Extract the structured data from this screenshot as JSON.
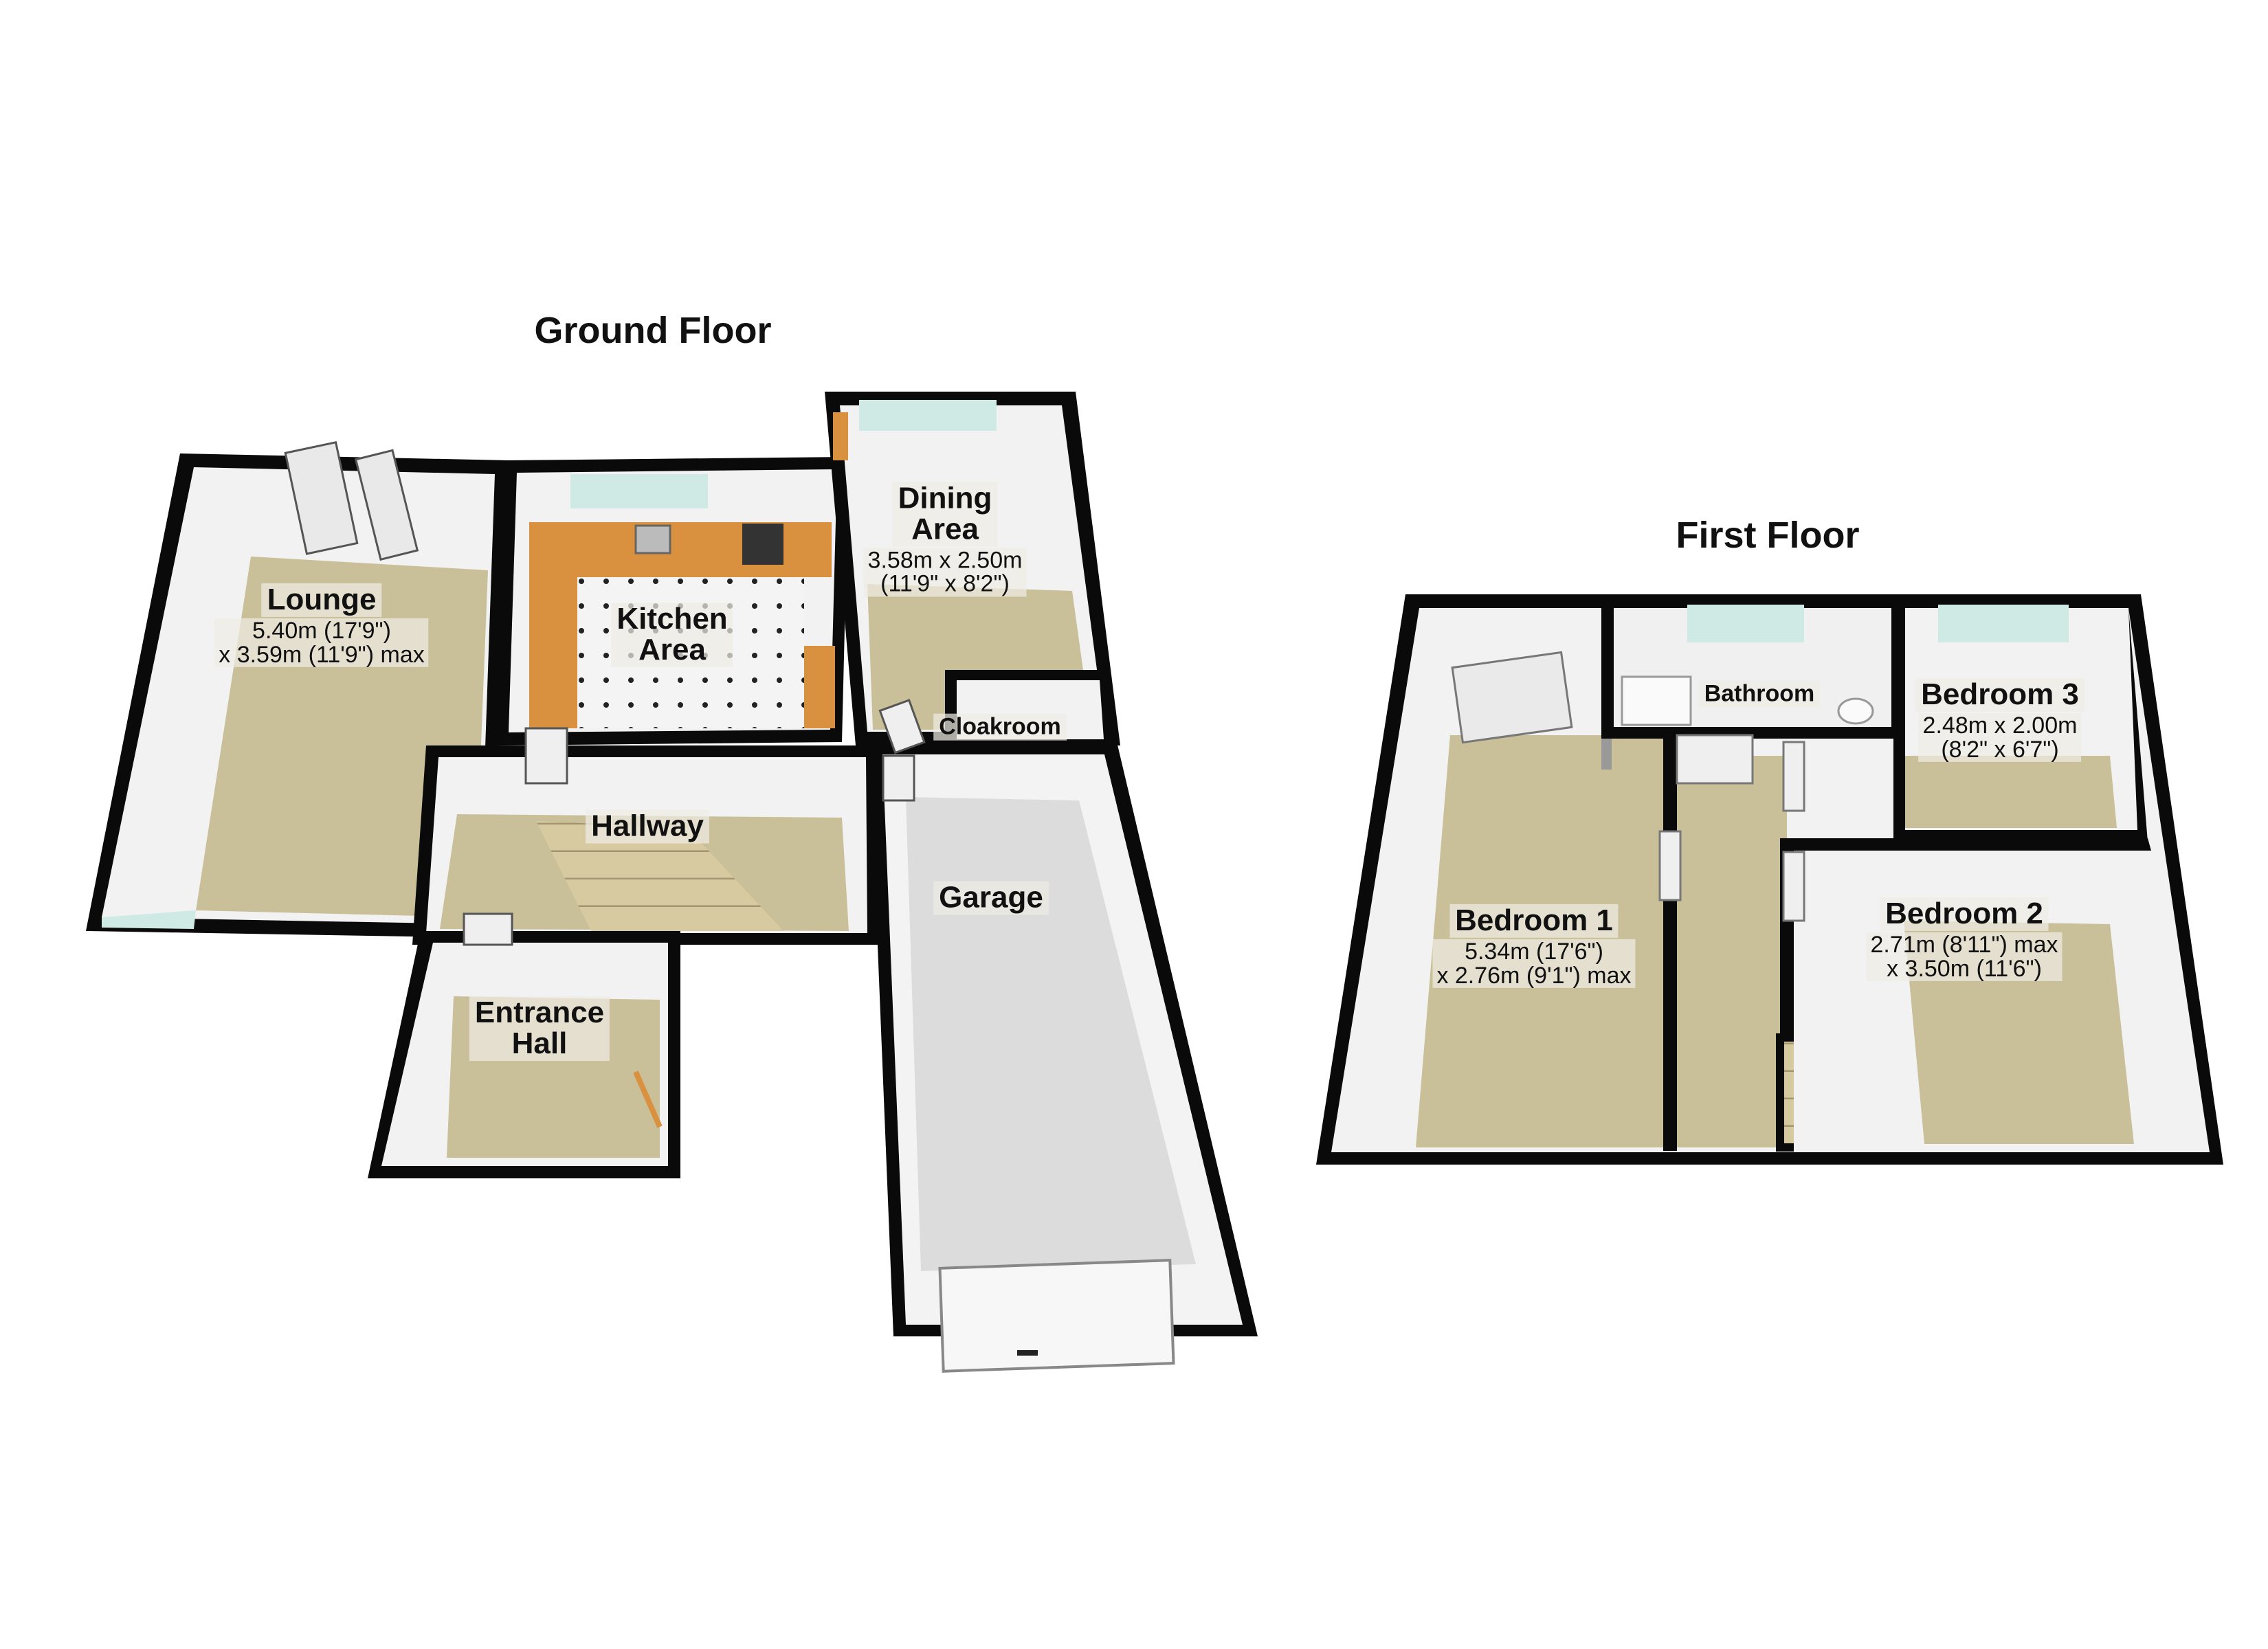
{
  "floors": {
    "ground": {
      "title": "Ground Floor",
      "rooms": {
        "lounge": {
          "name": "Lounge",
          "dims": "5.40m (17'9\")\nx 3.59m (11'9\") max"
        },
        "kitchen": {
          "name": "Kitchen\nArea"
        },
        "dining": {
          "name": "Dining\nArea",
          "dims": "3.58m x 2.50m\n(11'9\" x 8'2\")"
        },
        "cloakroom": {
          "name": "Cloakroom"
        },
        "hallway": {
          "name": "Hallway"
        },
        "entrance": {
          "name": "Entrance\nHall"
        },
        "garage": {
          "name": "Garage"
        }
      }
    },
    "first": {
      "title": "First Floor",
      "rooms": {
        "bathroom": {
          "name": "Bathroom"
        },
        "bedroom3": {
          "name": "Bedroom 3",
          "dims": "2.48m x 2.00m\n(8'2\" x 6'7\")"
        },
        "bedroom1": {
          "name": "Bedroom 1",
          "dims": "5.34m (17'6\")\nx 2.76m (9'1\") max"
        },
        "bedroom2": {
          "name": "Bedroom 2",
          "dims": "2.71m (8'11\") max\nx 3.50m (11'6\")"
        }
      }
    }
  },
  "colors": {
    "wall": "#0a0a0a",
    "carpet": "#c9bf98",
    "inner_wall": "#f3f3f3",
    "garage_floor": "#dcdcdc",
    "worktop": "#d9903f",
    "kitchen_tile": "#f4f4f4",
    "glass": "#cfe9e4"
  }
}
